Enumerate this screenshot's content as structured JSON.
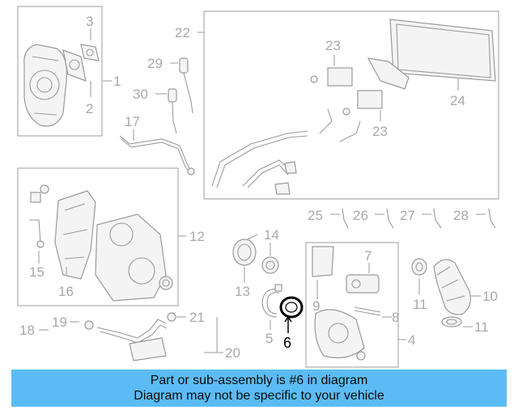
{
  "callouts": {
    "c1": "1",
    "c2": "2",
    "c3": "3",
    "c4": "4",
    "c5": "5",
    "c6": "6",
    "c7": "7",
    "c8": "8",
    "c9": "9",
    "c10": "10",
    "c11a": "11",
    "c11b": "11",
    "c12": "12",
    "c13": "13",
    "c14": "14",
    "c15": "15",
    "c16": "16",
    "c17": "17",
    "c18": "18",
    "c19": "19",
    "c20": "20",
    "c21": "21",
    "c22": "22",
    "c23a": "23",
    "c23b": "23",
    "c24": "24",
    "c25": "25",
    "c26": "26",
    "c27": "27",
    "c28": "28",
    "c29": "29",
    "c30": "30"
  },
  "highlighted_part": "6",
  "banner": {
    "line1": "Part or sub-assembly is #6 in diagram",
    "line2": "Diagram may not be specific to your vehicle"
  },
  "colors": {
    "banner_bg": "#5bbcf5",
    "highlight": "#000000",
    "callout_gray": "#a8a8a8"
  }
}
